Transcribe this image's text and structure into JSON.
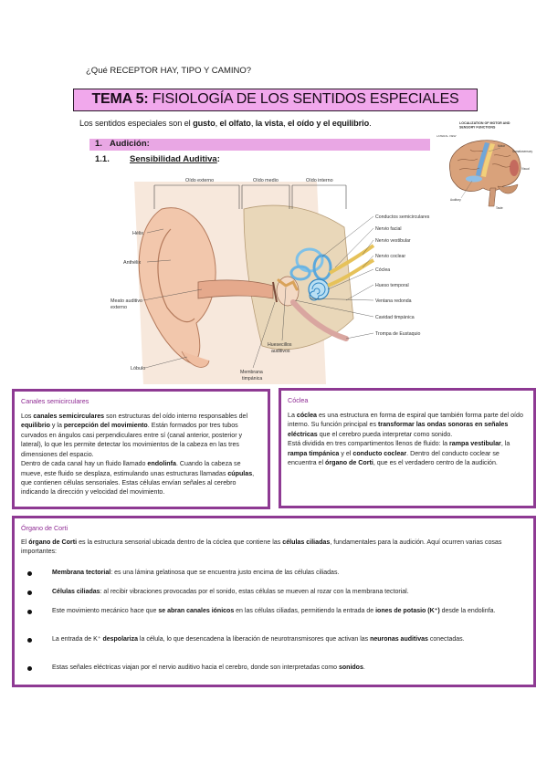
{
  "question": "¿Qué RECEPTOR HAY, TIPO Y CAMINO?",
  "title": {
    "bold": "TEMA 5:",
    "rest": " FISIOLOGÍA DE LOS SENTIDOS ESPECIALES"
  },
  "intro": {
    "p1": "Los sentidos especiales son el ",
    "b1": "gusto",
    "p2": ", ",
    "b2": "el olfato",
    "p3": ", ",
    "b3": "la vista",
    "p4": ", ",
    "b4": "el oído y el equilibrio",
    "p5": "."
  },
  "heading1": {
    "num": "1.",
    "label": "Audición:"
  },
  "heading2": {
    "num": "1.1.",
    "label": "Sensibilidad Auditiva",
    "colon": ":"
  },
  "brain_figure": {
    "title_line1": "LOCALIZATION OF MOTOR AND",
    "title_line2": "SENSORY FUNCTIONS",
    "view": "LATERAL VIEW",
    "labels": [
      "Motor",
      "Somatosensory",
      "Visual",
      "Auditory",
      "Taste"
    ]
  },
  "ear_figure": {
    "top_labels": [
      "Oído externo",
      "Oído medio",
      "Oído interno"
    ],
    "left_labels": [
      "Hélix",
      "Anthélix",
      "Meato auditivo",
      "externo",
      "Lóbulo"
    ],
    "right_labels": [
      "Conductos semicirculares",
      "Nervio facial",
      "Nervio vestibular",
      "Nervio coclear",
      "Cóclea",
      "Hueso temporal",
      "Ventana redonda",
      "Cavidad timpánica",
      "Trompa de Eustaquio"
    ],
    "bottom_labels": [
      "Huesecillos",
      "auditivos",
      "Membrana",
      "timpánica"
    ]
  },
  "card_canales": {
    "title": "Canales semicirculares",
    "t1": "Los ",
    "b1": "canales semicirculares",
    "t2": " son estructuras del oído interno responsables del ",
    "b2": "equilibrio",
    "t3": " y la ",
    "b3": "percepción del movimiento",
    "t4": ". Están formados por tres tubos curvados en ángulos casi perpendiculares entre sí (canal anterior, posterior y lateral), lo que les permite detectar los movimientos de la cabeza en las tres dimensiones del espacio.",
    "t5": "Dentro de cada canal hay un fluido llamado ",
    "b5": "endolinfa",
    "t6": ". Cuando la cabeza se mueve, este fluido se desplaza, estimulando unas estructuras llamadas ",
    "b6": "cúpulas",
    "t7": ", que contienen células sensoriales. Estas células envían señales al cerebro indicando la dirección y velocidad del movimiento."
  },
  "card_coclea": {
    "title": "Cóclea",
    "t1": "La ",
    "b1": "cóclea",
    "t2": " es una estructura en forma de espiral que también forma parte del oído interno. Su función principal es ",
    "b2": "transformar las ondas sonoras en señales eléctricas",
    "t3": " que el cerebro pueda interpretar como sonido.",
    "t4": "Está dividida en tres compartimentos llenos de fluido: la ",
    "b4": "rampa vestibular",
    "t5": ", la ",
    "b5": "rampa timpánica",
    "t6": " y el ",
    "b6": "conducto coclear",
    "t7": ". Dentro del conducto coclear se encuentra el ",
    "b7": "órgano de Corti",
    "t8": ", que es el verdadero centro de la audición."
  },
  "card_corti": {
    "title": "Órgano de Corti",
    "intro_b1": "órgano de Corti",
    "intro_t0": "El ",
    "intro_t1": " es la estructura sensorial ubicada dentro de la cóclea que contiene las ",
    "intro_b2": "células ciliadas",
    "intro_t2": ", fundamentales para la audición. Aquí ocurren varias cosas importantes:",
    "items": [
      {
        "b": "Membrana tectorial",
        "t": ": es una lámina gelatinosa que se encuentra justo encima de las células ciliadas."
      },
      {
        "b": "Células ciliadas",
        "t": ": al recibir vibraciones provocadas por el sonido, estas células se mueven al rozar con la membrana tectorial."
      },
      {
        "t0": "Este movimiento mecánico hace que ",
        "b": "se abran canales iónicos",
        "t": " en las células ciliadas, permitiendo la entrada de ",
        "b2": "iones de potasio (K⁺)",
        "t2": " desde la endolinfa."
      },
      {
        "t0": "La entrada de K⁺ ",
        "b": "despolariza",
        "t": " la célula, lo que desencadena la liberación de neurotransmisores que activan las ",
        "b2": "neuronas auditivas",
        "t2": " conectadas."
      },
      {
        "t0": "Estas señales eléctricas viajan por el nervio auditivo hacia el cerebro, donde son interpretadas como ",
        "b": "sonidos",
        "t": "."
      }
    ]
  },
  "colors": {
    "accent_purple": "#8e3a93",
    "title_pink": "#f1a8ec",
    "heading_pink": "#e9a7e4"
  }
}
